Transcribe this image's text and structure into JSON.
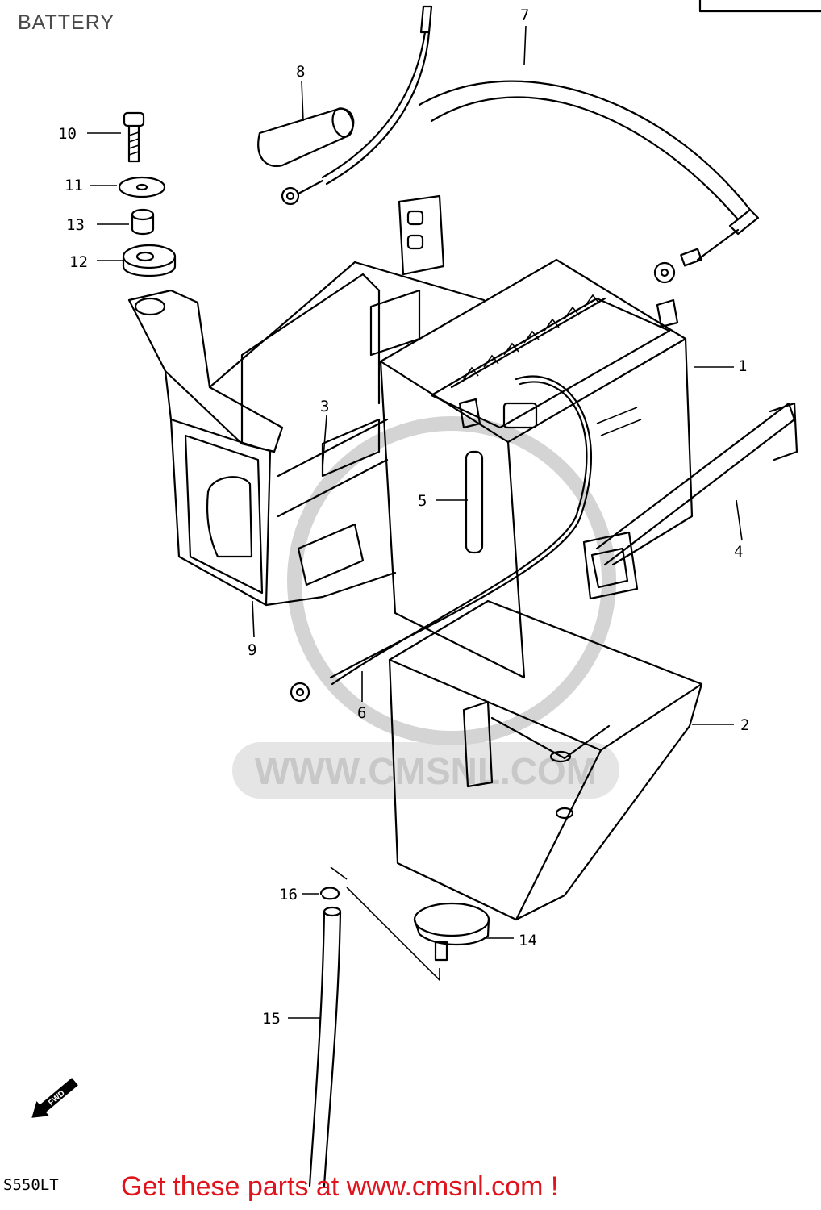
{
  "header": {
    "title": "BATTERY"
  },
  "watermark": {
    "text": "WWW.CMSNL.COM",
    "color": "#c8c8c8"
  },
  "callouts": [
    {
      "id": "1",
      "label": "1"
    },
    {
      "id": "2",
      "label": "2"
    },
    {
      "id": "3",
      "label": "3"
    },
    {
      "id": "4",
      "label": "4"
    },
    {
      "id": "5",
      "label": "5"
    },
    {
      "id": "6",
      "label": "6"
    },
    {
      "id": "7",
      "label": "7"
    },
    {
      "id": "8",
      "label": "8"
    },
    {
      "id": "9",
      "label": "9"
    },
    {
      "id": "10",
      "label": "10"
    },
    {
      "id": "11",
      "label": "11"
    },
    {
      "id": "12",
      "label": "12"
    },
    {
      "id": "13",
      "label": "13"
    },
    {
      "id": "14",
      "label": "14"
    },
    {
      "id": "15",
      "label": "15"
    },
    {
      "id": "16",
      "label": "16"
    }
  ],
  "fwd_label": "FWD",
  "footer": {
    "model_code": "S550LT",
    "link_text": "Get these parts at www.cmsnl.com !",
    "link_color": "#e0141c"
  }
}
